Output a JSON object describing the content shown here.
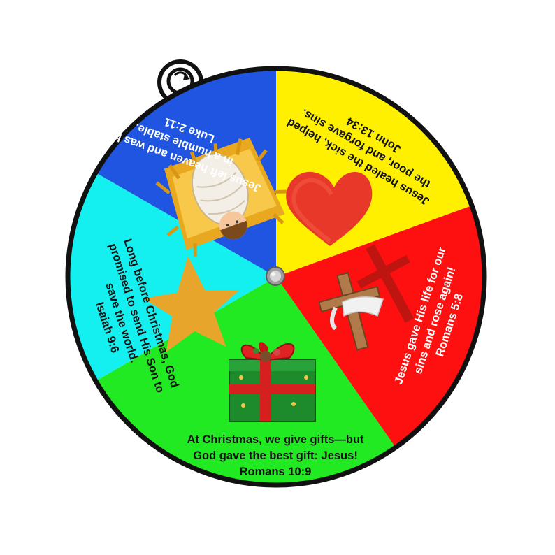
{
  "wheel": {
    "colors": {
      "rim": "#111111",
      "hub": "#b9b9b9",
      "background": "#ffffff"
    },
    "segments": [
      {
        "id": "nativity",
        "color": "#1f55e0",
        "icon": "baby-jesus-in-manger-icon",
        "lines": [
          "Jesus left heaven and was born",
          "in a humble stable.",
          "Luke 2:11"
        ]
      },
      {
        "id": "healing",
        "color": "#fff000",
        "icon": "heart-icon",
        "lines": [
          "Jesus healed the sick, helped",
          "the poor, and forgave sins.",
          "John 13:34"
        ]
      },
      {
        "id": "cross",
        "color": "#ff1010",
        "icon": "empty-cross-with-cloth-icon",
        "lines": [
          "Jesus gave His life for our",
          "sins and rose again!",
          "Romans 5:8"
        ]
      },
      {
        "id": "gift",
        "color": "#22ea22",
        "icon": "gift-box-icon",
        "lines": [
          "At Christmas, we give gifts—but",
          "God gave the best gift: Jesus!",
          "Romans 10:9"
        ]
      },
      {
        "id": "star",
        "color": "#14f0f0",
        "icon": "star-icon",
        "lines": [
          "Long before Christmas, God",
          "promised to send His Son to",
          "save the world.",
          "Isaiah 9:6"
        ]
      }
    ],
    "brad": {
      "icon": "paper-fastener-brad-icon"
    },
    "hanger": {
      "icon": "hanging-loop-with-arrow-icon"
    }
  }
}
